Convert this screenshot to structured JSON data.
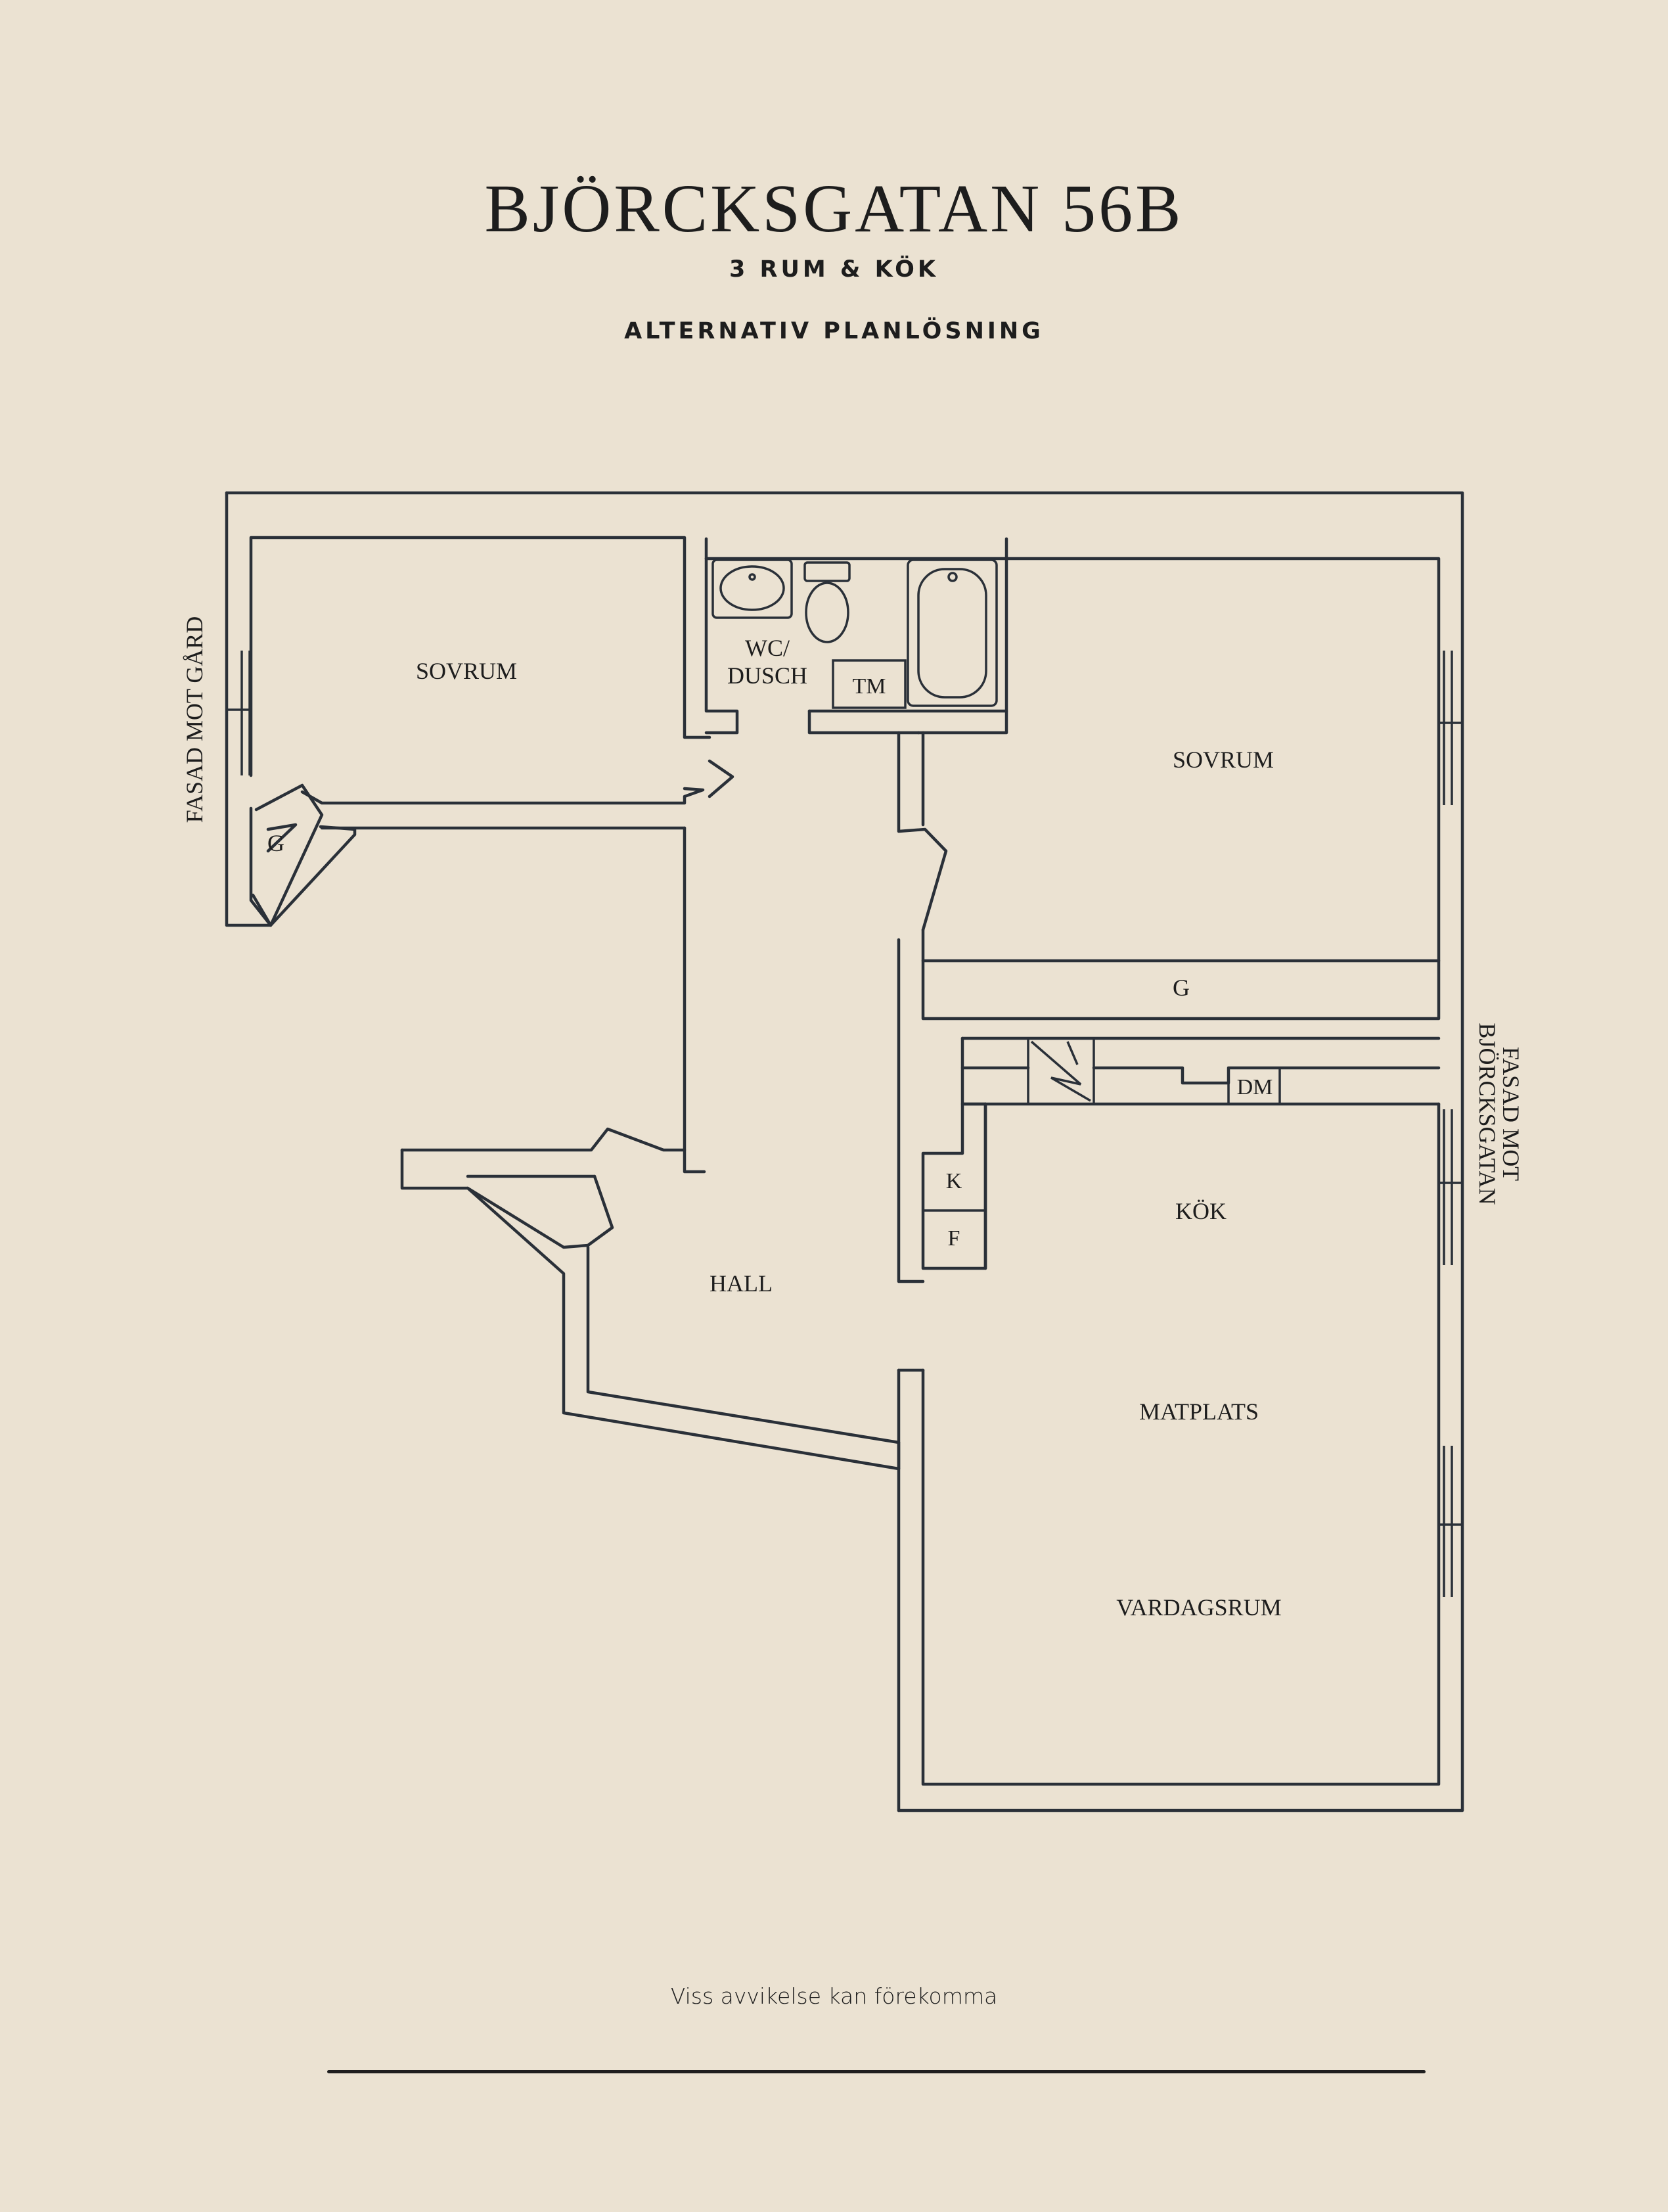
{
  "header": {
    "title": "BJÖRCKSGATAN 56B",
    "subtitle": "3 RUM & KÖK",
    "subtitle2": "ALTERNATIV PLANLÖSNING"
  },
  "plan": {
    "labels": {
      "sovrum_left": "SOVRUM",
      "g_left": "G",
      "wc_line1": "WC/",
      "wc_line2": "DUSCH",
      "tm": "TM",
      "sovrum_right": "SOVRUM",
      "g_right": "G",
      "dm": "DM",
      "k": "K",
      "f": "F",
      "kok": "KÖK",
      "hall": "HALL",
      "matplats": "MATPLATS",
      "vardagsrum": "VARDAGSRUM",
      "facade_left": "FASAD MOT GÅRD",
      "facade_right_line1": "FASAD MOT",
      "facade_right_line2": "BJÖRCKSGATAN"
    }
  },
  "footer": {
    "disclaimer": "Viss avvikelse kan förekomma"
  }
}
